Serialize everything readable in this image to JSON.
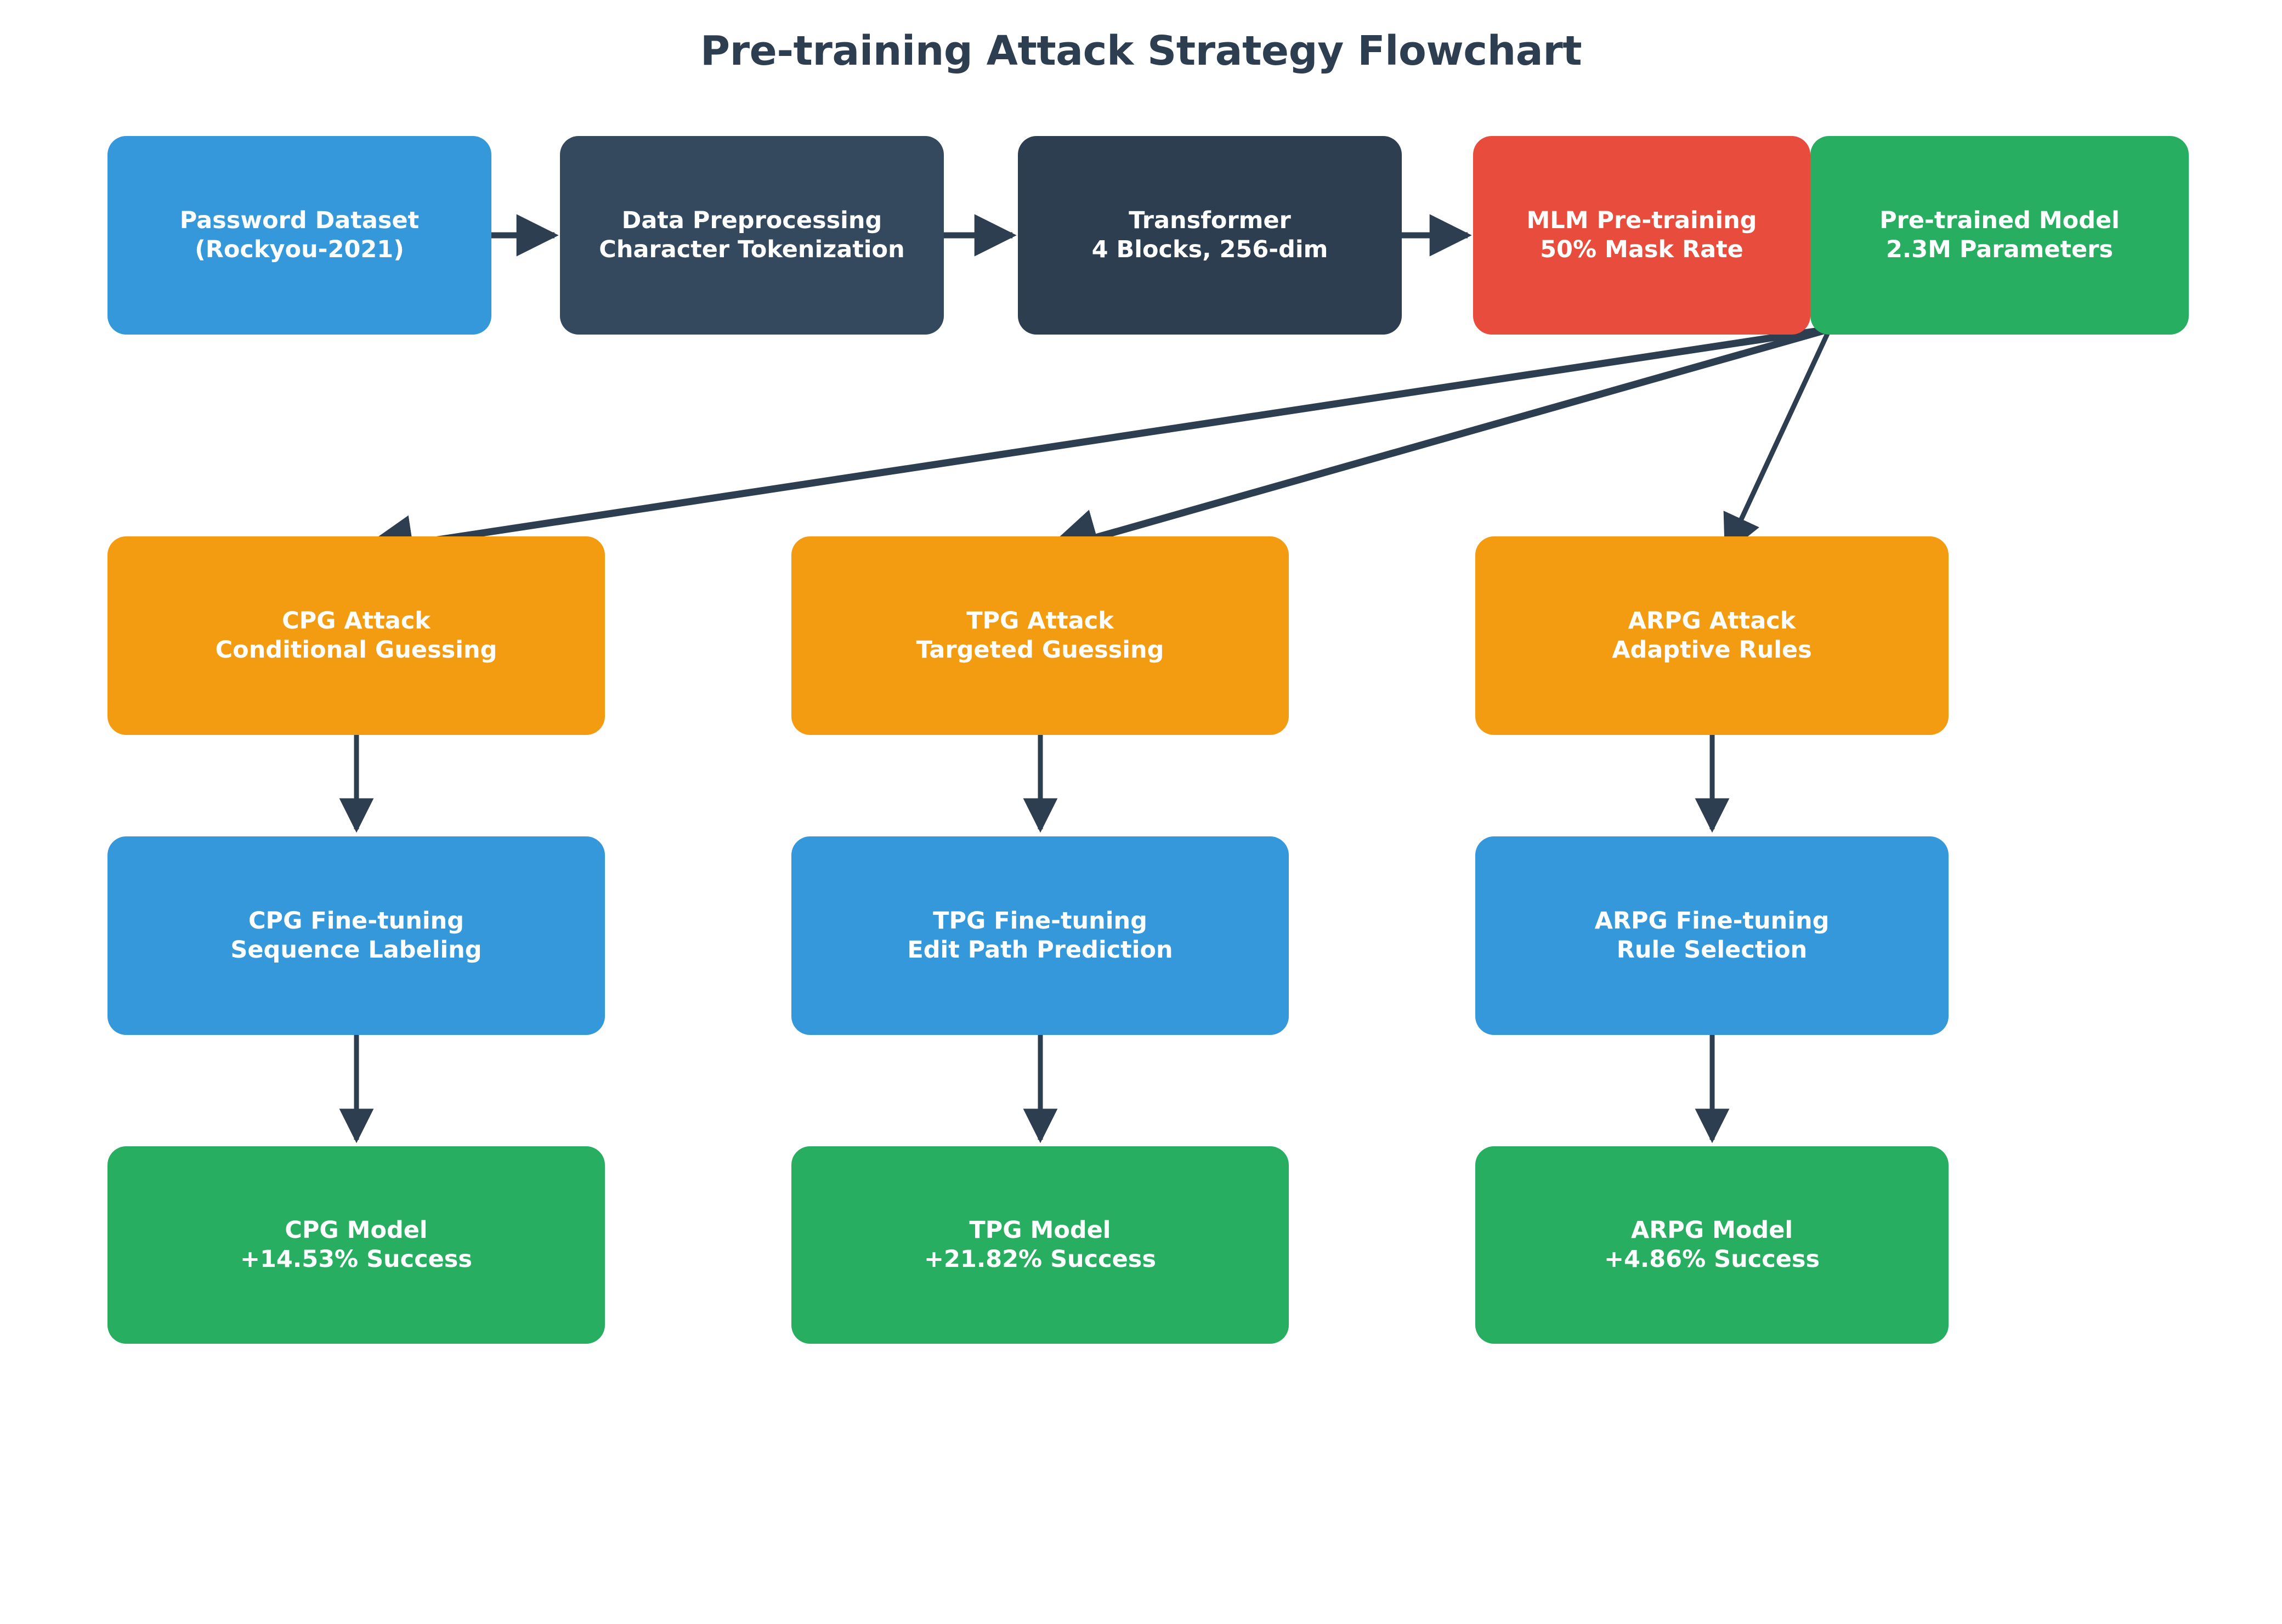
{
  "title": "Pre-training Attack Strategy Flowchart",
  "colors": {
    "background": "#ffffff",
    "title_text": "#2c3e50",
    "node_text": "#ffffff",
    "edge": "#2c3e50",
    "blue": "#3498db",
    "navy_light": "#34495e",
    "navy_dark": "#2c3e50",
    "red": "#e74c3c",
    "green": "#27ae60",
    "orange": "#f39c12"
  },
  "chart_data": {
    "type": "flowchart",
    "title": "Pre-training Attack Strategy Flowchart",
    "nodes": [
      {
        "id": "dataset",
        "line1": "Password Dataset",
        "line2": "(Rockyou-2021)",
        "color": "#3498db",
        "row": "pipeline"
      },
      {
        "id": "preproc",
        "line1": "Data Preprocessing",
        "line2": "Character Tokenization",
        "color": "#34495e",
        "row": "pipeline"
      },
      {
        "id": "transf",
        "line1": "Transformer",
        "line2": "4 Blocks, 256-dim",
        "color": "#2c3e50",
        "row": "pipeline"
      },
      {
        "id": "mlm",
        "line1": "MLM Pre-training",
        "line2": "50% Mask Rate",
        "color": "#e74c3c",
        "row": "pipeline"
      },
      {
        "id": "pretrain",
        "line1": "Pre-trained Model",
        "line2": "2.3M Parameters",
        "color": "#27ae60",
        "row": "pipeline"
      },
      {
        "id": "cpg_attack",
        "line1": "CPG Attack",
        "line2": "Conditional Guessing",
        "color": "#f39c12",
        "row": "attack"
      },
      {
        "id": "tpg_attack",
        "line1": "TPG Attack",
        "line2": "Targeted Guessing",
        "color": "#f39c12",
        "row": "attack"
      },
      {
        "id": "arpg_attack",
        "line1": "ARPG Attack",
        "line2": "Adaptive Rules",
        "color": "#f39c12",
        "row": "attack"
      },
      {
        "id": "cpg_ft",
        "line1": "CPG Fine-tuning",
        "line2": "Sequence Labeling",
        "color": "#3498db",
        "row": "finetune"
      },
      {
        "id": "tpg_ft",
        "line1": "TPG Fine-tuning",
        "line2": "Edit Path Prediction",
        "color": "#3498db",
        "row": "finetune"
      },
      {
        "id": "arpg_ft",
        "line1": "ARPG Fine-tuning",
        "line2": "Rule Selection",
        "color": "#3498db",
        "row": "finetune"
      },
      {
        "id": "cpg_model",
        "line1": "CPG Model",
        "line2": "+14.53% Success",
        "color": "#27ae60",
        "row": "model"
      },
      {
        "id": "tpg_model",
        "line1": "TPG Model",
        "line2": "+21.82% Success",
        "color": "#27ae60",
        "row": "model"
      },
      {
        "id": "arpg_model",
        "line1": "ARPG Model",
        "line2": "+4.86% Success",
        "color": "#27ae60",
        "row": "model"
      }
    ],
    "edges": [
      {
        "from": "dataset",
        "to": "preproc"
      },
      {
        "from": "preproc",
        "to": "transf"
      },
      {
        "from": "transf",
        "to": "mlm"
      },
      {
        "from": "mlm",
        "to": "pretrain"
      },
      {
        "from": "pretrain",
        "to": "cpg_attack"
      },
      {
        "from": "pretrain",
        "to": "tpg_attack"
      },
      {
        "from": "pretrain",
        "to": "arpg_attack"
      },
      {
        "from": "cpg_attack",
        "to": "cpg_ft"
      },
      {
        "from": "tpg_attack",
        "to": "tpg_ft"
      },
      {
        "from": "arpg_attack",
        "to": "arpg_ft"
      },
      {
        "from": "cpg_ft",
        "to": "cpg_model"
      },
      {
        "from": "tpg_ft",
        "to": "tpg_model"
      },
      {
        "from": "arpg_ft",
        "to": "arpg_model"
      }
    ],
    "metrics": {
      "cpg_success_delta": "+14.53%",
      "tpg_success_delta": "+21.82%",
      "arpg_success_delta": "+4.86%",
      "mask_rate": "50%",
      "parameters": "2.3M",
      "transformer_blocks": 4,
      "transformer_dim": 256
    }
  },
  "nodes": {
    "dataset": {
      "line1": "Password Dataset",
      "line2": "(Rockyou-2021)"
    },
    "preproc": {
      "line1": "Data Preprocessing",
      "line2": "Character Tokenization"
    },
    "transf": {
      "line1": "Transformer",
      "line2": "4 Blocks, 256-dim"
    },
    "mlm": {
      "line1": "MLM Pre-training",
      "line2": "50% Mask Rate"
    },
    "pretrain": {
      "line1": "Pre-trained Model",
      "line2": "2.3M Parameters"
    },
    "cpg_attack": {
      "line1": "CPG Attack",
      "line2": "Conditional Guessing"
    },
    "tpg_attack": {
      "line1": "TPG Attack",
      "line2": "Targeted Guessing"
    },
    "arpg_attack": {
      "line1": "ARPG Attack",
      "line2": "Adaptive Rules"
    },
    "cpg_ft": {
      "line1": "CPG Fine-tuning",
      "line2": "Sequence Labeling"
    },
    "tpg_ft": {
      "line1": "TPG Fine-tuning",
      "line2": "Edit Path Prediction"
    },
    "arpg_ft": {
      "line1": "ARPG Fine-tuning",
      "line2": "Rule Selection"
    },
    "cpg_model": {
      "line1": "CPG Model",
      "line2": "+14.53% Success"
    },
    "tpg_model": {
      "line1": "TPG Model",
      "line2": "+21.82% Success"
    },
    "arpg_model": {
      "line1": "ARPG Model",
      "line2": "+4.86% Success"
    }
  }
}
